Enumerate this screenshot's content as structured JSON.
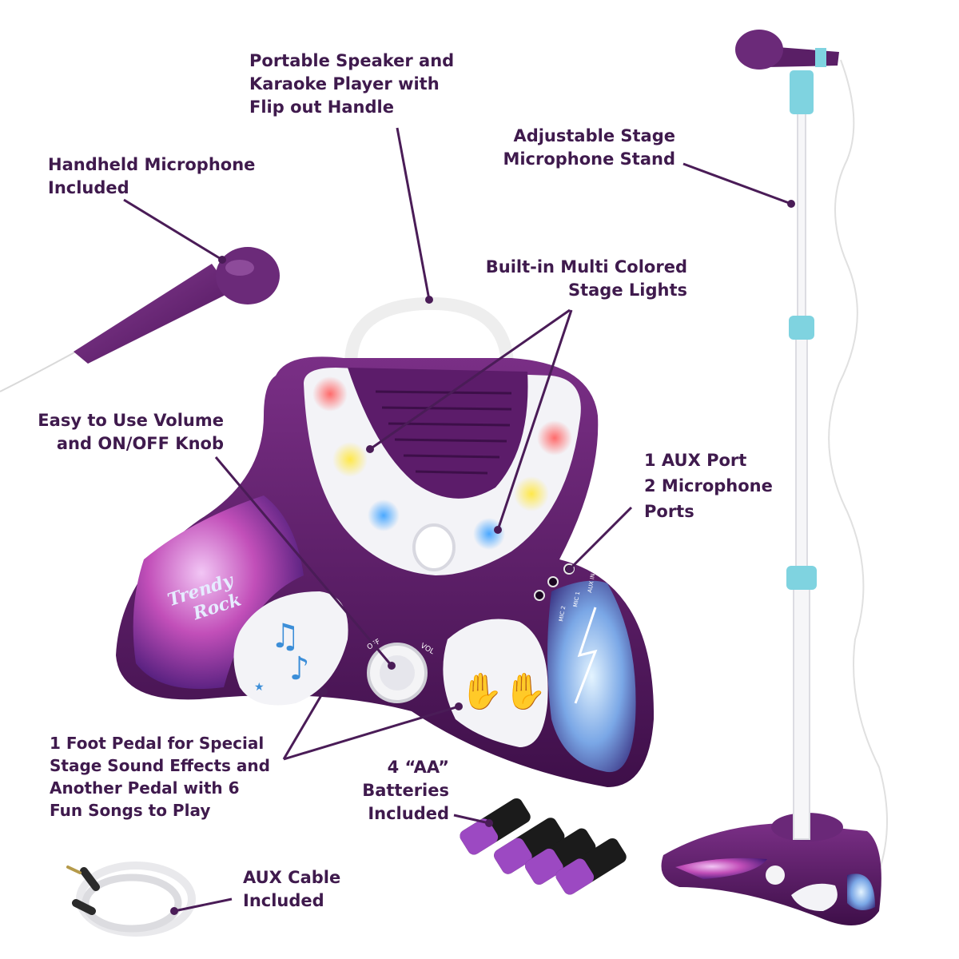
{
  "labels": {
    "speaker": [
      "Portable Speaker and",
      "Karaoke Player with",
      "Flip out Handle"
    ],
    "stand": [
      "Adjustable Stage",
      "Microphone Stand"
    ],
    "handheld": [
      "Handheld Microphone",
      "Included"
    ],
    "lights": [
      "Built-in Multi Colored",
      "Stage Lights"
    ],
    "volume": [
      "Easy to Use Volume",
      "and ON/OFF Knob"
    ],
    "ports": [
      "1 AUX Port",
      "2 Microphone",
      "Ports"
    ],
    "pedals": [
      "1 Foot Pedal for Special",
      "Stage Sound Effects and",
      "Another Pedal with 6",
      "Fun Songs to Play"
    ],
    "batteries": [
      "4 “AA”",
      "Batteries",
      "Included"
    ],
    "cable": [
      "AUX Cable",
      "Included"
    ]
  },
  "product": {
    "logo_text": [
      "Trendy",
      "Rock"
    ],
    "knob_text": [
      "OFF",
      "VOL"
    ],
    "port_text": [
      "AUX IN",
      "MIC 1",
      "MIC 2"
    ]
  },
  "colors": {
    "brand_purple": "#5a1f66",
    "label_text": "#3f1a4d",
    "leader_line": "#4a1c57",
    "stand_accent": "#7fd3e0"
  },
  "icons": [
    "music-note-icon",
    "hands-icon",
    "star-icon"
  ]
}
